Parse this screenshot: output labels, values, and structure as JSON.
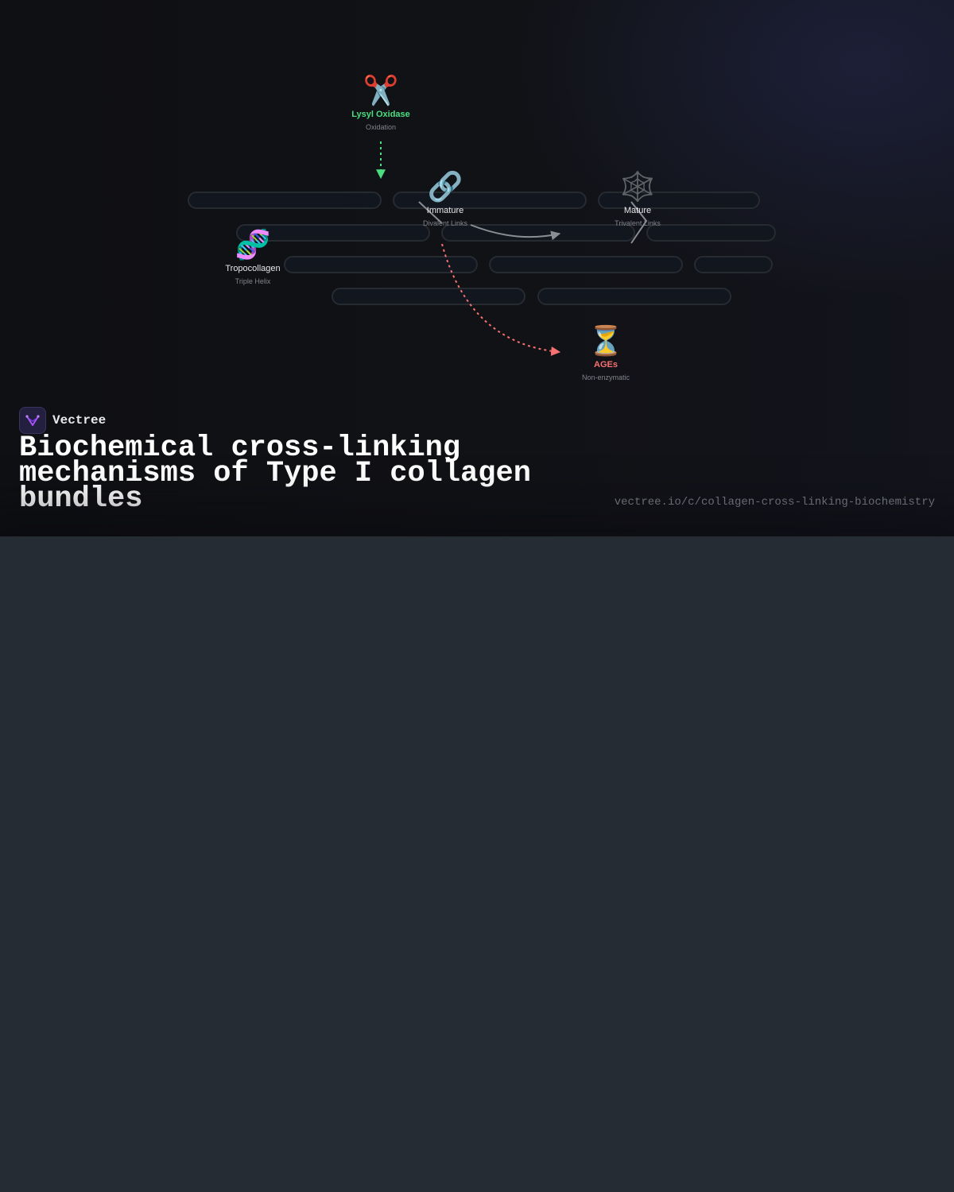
{
  "diagram": {
    "nodes": {
      "lysyl_oxidase": {
        "icon": "scissors-icon",
        "glyph": "✂️",
        "label": "Lysyl Oxidase",
        "sub": "Oxidation",
        "color": "#4ade80"
      },
      "immature": {
        "icon": "link-icon",
        "glyph": "🔗",
        "label": "Immature",
        "sub": "Divalent Links"
      },
      "mature": {
        "icon": "spider-web-icon",
        "glyph": "🕸️",
        "label": "Mature",
        "sub": "Trivalent Links"
      },
      "tropocollagen": {
        "icon": "dna-icon",
        "glyph": "🧬",
        "label": "Tropocollagen",
        "sub": "Triple Helix"
      },
      "ages": {
        "icon": "hourglass-icon",
        "glyph": "⏳",
        "label": "AGEs",
        "sub": "Non-enzymatic",
        "color": "#f87171"
      }
    },
    "arrow_colors": {
      "oxidation": "#4ade80",
      "maturation": "#8a8d93",
      "ages": "#f87171"
    }
  },
  "brand": {
    "name": "Vectree",
    "logo_icon": "vectree-logo-icon"
  },
  "title": "Biochemical cross-linking mechanisms of Type I collagen bundles",
  "url": "vectree.io/c/collagen-cross-linking-biochemistry"
}
